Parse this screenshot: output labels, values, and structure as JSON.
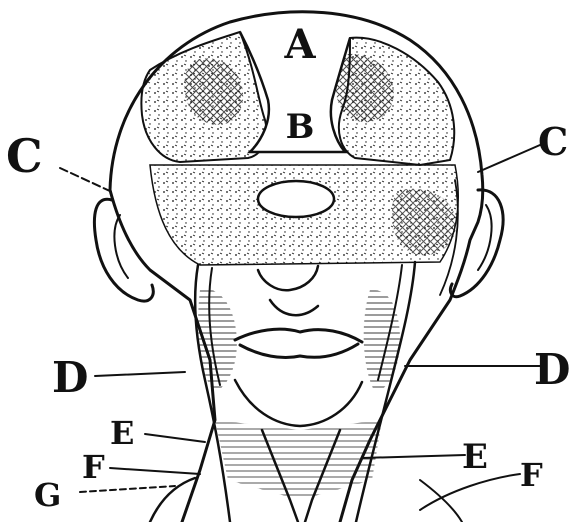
{
  "figure": {
    "labels": {
      "A": "A",
      "B": "B",
      "C_left": "C",
      "C_right": "C",
      "D_left": "D",
      "D_right": "D",
      "E_left": "E",
      "E_right": "E",
      "F_left": "F",
      "F_right": "F",
      "G": "G"
    }
  },
  "colors": {
    "ink": "#111111",
    "paper": "#ffffff"
  }
}
